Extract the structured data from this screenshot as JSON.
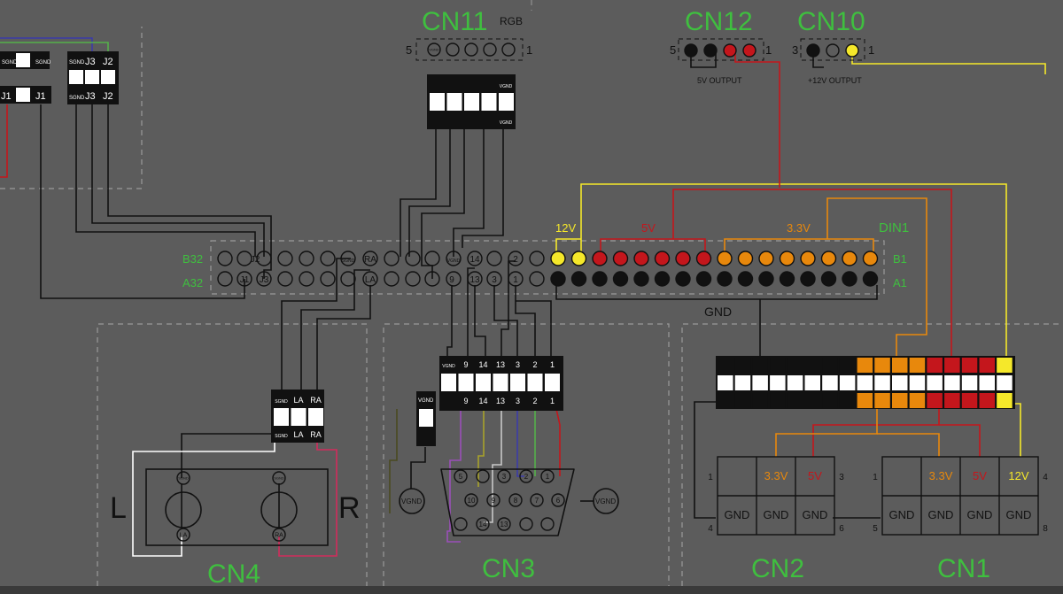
{
  "connectors": {
    "cn11": {
      "title": "CN11",
      "sub": "RGB",
      "pin_left": "5",
      "pin_right": "1",
      "pin5": "VGND"
    },
    "cn12": {
      "title": "CN12",
      "pin_left": "5",
      "pin_right": "1",
      "caption": "5V OUTPUT"
    },
    "cn10": {
      "title": "CN10",
      "pin_left": "3",
      "pin_right": "1",
      "caption": "+12V OUTPUT"
    },
    "cn4": {
      "title": "CN4",
      "left": "L",
      "right": "R",
      "pins": [
        "SGND",
        "LA",
        "RA"
      ]
    },
    "cn3": {
      "title": "CN3",
      "pins": [
        "VGND",
        "9",
        "14",
        "13",
        "3",
        "2",
        "1"
      ],
      "sub_pins": [
        "5",
        "3",
        "2",
        "1",
        "10",
        "9",
        "8",
        "7",
        "6",
        "14",
        "13"
      ],
      "shell": "VGND"
    },
    "cn2": {
      "title": "CN2",
      "top": [
        "3.3V",
        "5V"
      ],
      "bottom": [
        "GND",
        "GND",
        "GND"
      ],
      "pins": [
        "1",
        "3",
        "4",
        "6"
      ]
    },
    "cn1": {
      "title": "CN1",
      "top": [
        "3.3V",
        "5V",
        "12V"
      ],
      "bottom": [
        "GND",
        "GND",
        "GND",
        "GND"
      ],
      "pins": [
        "1",
        "4",
        "5",
        "8"
      ]
    }
  },
  "header": {
    "row_b": "B32",
    "row_a": "A32",
    "row_b_end": "B1",
    "row_a_end": "A1",
    "din": "DIN1",
    "v12": "12V",
    "v5": "5V",
    "v33": "3.3V",
    "gnd": "GND",
    "b_pins": [
      "J2",
      "SGND",
      "RA",
      "VGND",
      "14",
      "2"
    ],
    "a_pins": [
      "J1",
      "J3",
      "LA",
      "9",
      "13",
      "3",
      "1"
    ]
  },
  "top_left": {
    "j3": "J3",
    "j2": "J2",
    "j1": "J1",
    "sgnd": "SGND"
  },
  "colors": {
    "green": "#3fbf3f",
    "red": "#c4161c",
    "orange": "#e8880c",
    "yellow": "#f5e82a",
    "black": "#101010"
  }
}
